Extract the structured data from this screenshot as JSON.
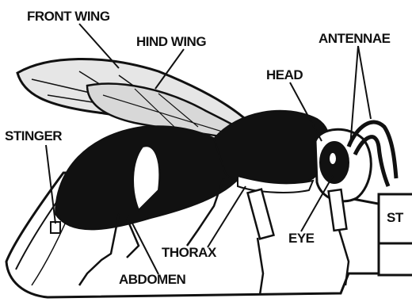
{
  "labels": {
    "front_wing": "FRONT WING",
    "hind_wing": "HIND WING",
    "antennae": "ANTENNAE",
    "head": "HEAD",
    "stinger": "STINGER",
    "thorax": "THORAX",
    "eye": "EYE",
    "abdomen": "ABDOMEN",
    "cut_box": "ST"
  },
  "colors": {
    "ink": "#111111",
    "paper": "#ffffff",
    "wing_fill": "#e6e6e6"
  }
}
